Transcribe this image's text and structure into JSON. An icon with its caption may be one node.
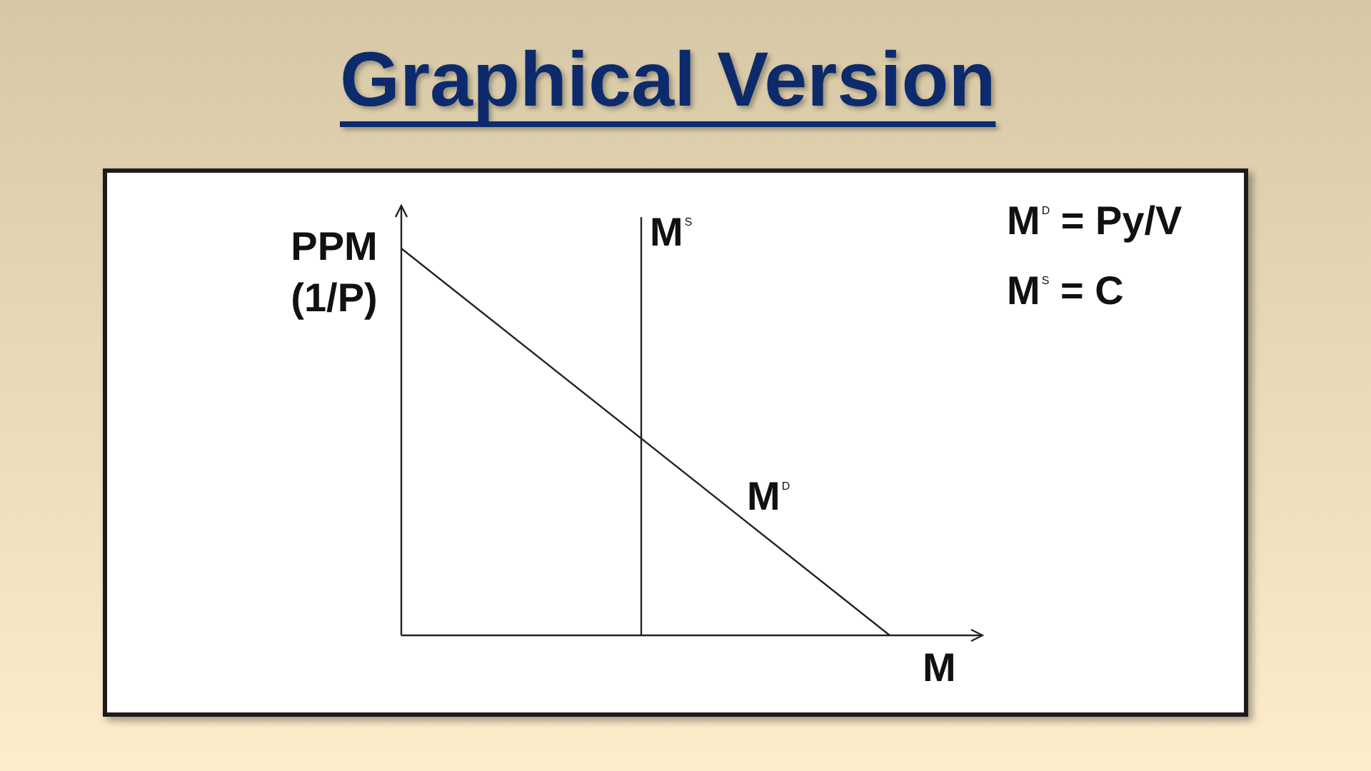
{
  "diagram": {
    "title": "Graphical Version",
    "labels": [
      "PPM (1/P)",
      "M$^{S}$",
      "M$^{D}$ = Py/V",
      "M$^{S}$ = C",
      "M$^{D}$",
      "M"
    ]
  }
}
